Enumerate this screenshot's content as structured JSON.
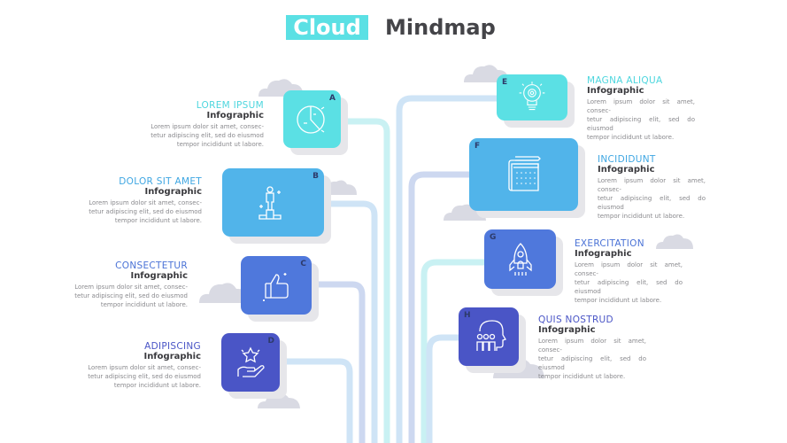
{
  "title": {
    "highlight": "Cloud",
    "rest": "Mindmap",
    "highlight_color": "#5be0e4"
  },
  "items": [
    {
      "letter": "A",
      "heading": "LOREM IPSUM",
      "subheading": "Infographic",
      "body": [
        "Lorem ipsum dolor sit amet, consec-",
        "tetur adipiscing elit, sed do eiusmod",
        "tempor incididunt ut labore."
      ],
      "icon": "pie-chart-icon",
      "color": "#5be0e4",
      "heading_color": "#4dd6de",
      "side": "left"
    },
    {
      "letter": "B",
      "heading": "DOLOR SIT AMET",
      "subheading": "Infographic",
      "body": [
        "Lorem ipsum dolor sit amet, consec-",
        "tetur adipiscing elit, sed do eiusmod",
        "tempor incididunt ut labore."
      ],
      "icon": "winner-podium-icon",
      "color": "#51b4ea",
      "heading_color": "#3ea6e2",
      "side": "left"
    },
    {
      "letter": "C",
      "heading": "CONSECTETUR",
      "subheading": "Infographic",
      "body": [
        "Lorem ipsum dolor sit amet, consec-",
        "tetur adipiscing elit, sed do eiusmod",
        "tempor incididunt ut labore."
      ],
      "icon": "thumbs-up-icon",
      "color": "#4f78dc",
      "heading_color": "#4a72d6",
      "side": "left"
    },
    {
      "letter": "D",
      "heading": "ADIPISCING",
      "subheading": "Infographic",
      "body": [
        "Lorem ipsum dolor sit amet, consec-",
        "tetur adipiscing elit, sed do eiusmod",
        "tempor incididunt ut labore."
      ],
      "icon": "star-in-hand-icon",
      "color": "#4a55c6",
      "heading_color": "#4a55c6",
      "side": "left"
    },
    {
      "letter": "E",
      "heading": "MAGNA ALIQUA",
      "subheading": "Infographic",
      "body": [
        "Lorem ipsum dolor sit amet, consec-",
        "tetur adipiscing elit, sed do eiusmod",
        "tempor incididunt ut labore."
      ],
      "icon": "lightbulb-gear-icon",
      "color": "#5be0e4",
      "heading_color": "#4dd6de",
      "side": "right"
    },
    {
      "letter": "F",
      "heading": "INCIDIDUNT",
      "subheading": "Infographic",
      "body": [
        "Lorem ipsum dolor sit amet, consec-",
        "tetur adipiscing elit, sed do eiusmod",
        "tempor incididunt ut labore."
      ],
      "icon": "blueprint-icon",
      "color": "#51b4ea",
      "heading_color": "#3ea6e2",
      "side": "right"
    },
    {
      "letter": "G",
      "heading": "EXERCITATION",
      "subheading": "Infographic",
      "body": [
        "Lorem ipsum dolor sit amet, consec-",
        "tetur adipiscing elit, sed do eiusmod",
        "tempor incididunt ut labore."
      ],
      "icon": "rocket-icon",
      "color": "#4f78dc",
      "heading_color": "#4a72d6",
      "side": "right"
    },
    {
      "letter": "H",
      "heading": "QUIS NOSTRUD",
      "subheading": "Infographic",
      "body": [
        "Lorem ipsum dolor sit amet, consec-",
        "tetur adipiscing elit, sed do eiusmod",
        "tempor incididunt ut labore."
      ],
      "icon": "team-head-icon",
      "color": "#4a55c6",
      "heading_color": "#4a55c6",
      "side": "right"
    }
  ],
  "colors": {
    "cloud": "#d9dae3",
    "shadow": "#e6e6ea",
    "line_cyan": "#c9f1f3",
    "line_blue": "#cfe4f6",
    "line_indigo": "#cdd8f0"
  }
}
